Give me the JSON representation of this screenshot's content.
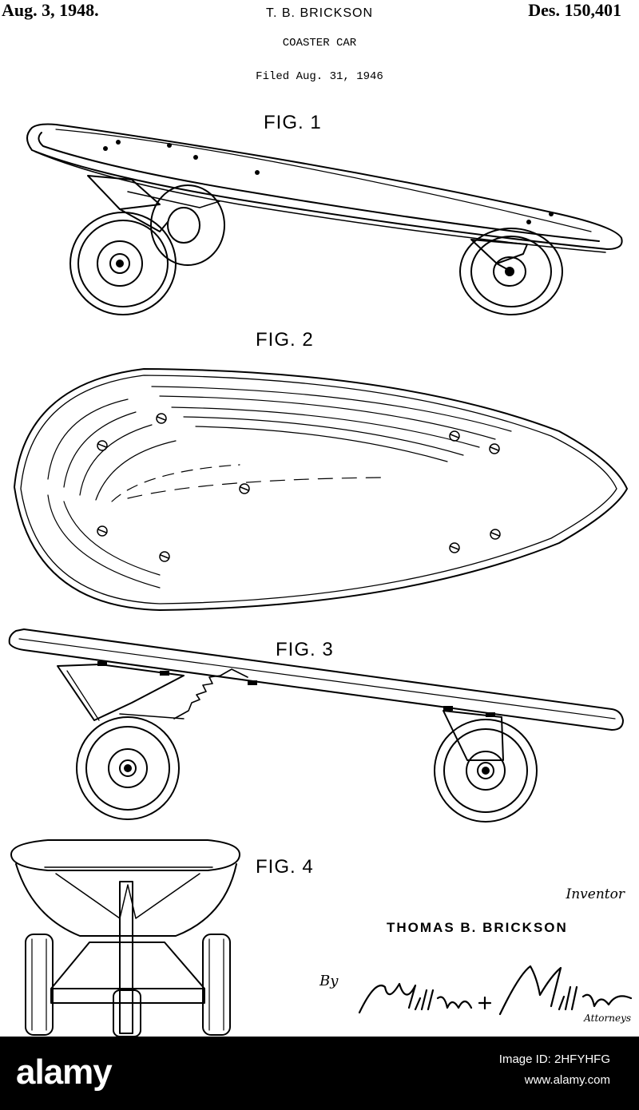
{
  "header": {
    "date": "Aug. 3, 1948.",
    "inventor": "T. B. BRICKSON",
    "design_number": "Des. 150,401",
    "title": "COASTER CAR",
    "filed": "Filed Aug. 31, 1946"
  },
  "figures": {
    "fig1": "FIG. 1",
    "fig2": "FIG. 2",
    "fig3": "FIG. 3",
    "fig4": "FIG. 4"
  },
  "signature": {
    "inventor_word": "Inventor",
    "inventor_name": "THOMAS  B. BRICKSON",
    "by": "By",
    "attorneys_signature": "Williamson + Williamson",
    "attorneys_word": "Attorneys"
  },
  "footer": {
    "logo": "alamy",
    "image_id": "Image ID: 2HFYHFG",
    "url": "www.alamy.com",
    "background": "#000000"
  }
}
